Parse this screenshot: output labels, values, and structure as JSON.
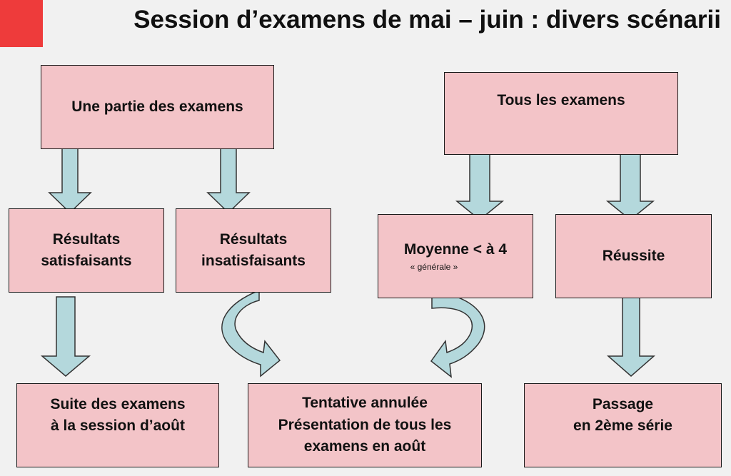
{
  "title": "Session d’examens de mai – juin : divers scénarii",
  "colors": {
    "accent": "#ee3b3b",
    "box_fill": "#f3c4c8",
    "arrow_fill": "#b4d8dc",
    "background": "#f1f1f1"
  },
  "boxes": {
    "partie": "Une partie des examens",
    "tous": "Tous les examens",
    "satisfaisants": [
      "Résultats",
      "satisfaisants"
    ],
    "insatisfaisants": [
      "Résultats",
      "insatisfaisants"
    ],
    "moyenne": "Moyenne < à 4",
    "moyenne_sub": "« générale »",
    "reussite": "Réussite",
    "suite": [
      "Suite des examens",
      "à la session d’août"
    ],
    "tentative": [
      "Tentative annulée",
      "Présentation de tous les",
      "examens en août"
    ],
    "passage": [
      "Passage",
      "en 2ème série"
    ]
  }
}
